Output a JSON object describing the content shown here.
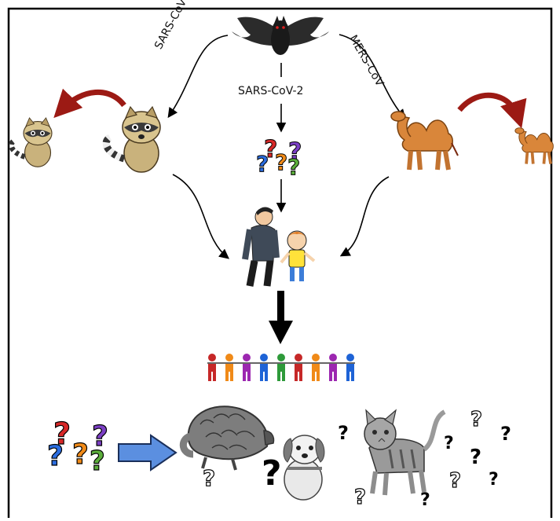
{
  "labels": {
    "sars_cov": "SARS-CoV",
    "sars_cov_2": "SARS-CoV-2",
    "mers_cov": "MERS-CoV"
  },
  "colors": {
    "frame": "#000000",
    "red_arrow": "#9c1a14",
    "blue_arrow": "#5b8fe0",
    "raccoon_fur": "#c9b27c",
    "camel_fur": "#d9863a"
  },
  "icons": [
    "bat-icon",
    "raccoon-icon",
    "camel-icon",
    "question-marks-icon",
    "man-icon",
    "boy-icon",
    "crowd-icon",
    "pangolin-icon",
    "dog-icon",
    "cat-icon",
    "arrow-icon"
  ]
}
